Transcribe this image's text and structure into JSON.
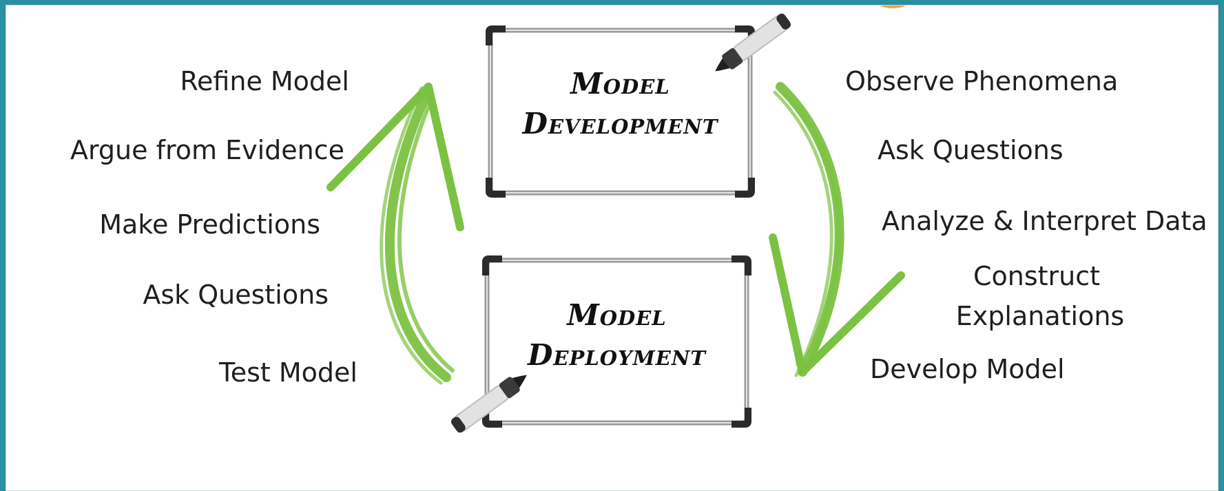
{
  "boards": {
    "development": {
      "line1": "Model",
      "line2": "Development"
    },
    "deployment": {
      "line1": "Model",
      "line2": "Deployment"
    }
  },
  "left_labels": [
    "Refine Model",
    "Argue from Evidence",
    "Make Predictions",
    "Ask Questions",
    "Test Model"
  ],
  "right_labels": [
    "Observe Phenomena",
    "Ask Questions",
    "Analyze & Interpret Data",
    "Construct",
    "Explanations",
    "Develop Model"
  ],
  "colors": {
    "arrow": "#7cc242",
    "background": "#2a8fa0",
    "accent": "#f6a43a",
    "board_frame": "#2b2b2b"
  },
  "icons": [
    "marker-icon",
    "cycle-arrow-icon"
  ]
}
